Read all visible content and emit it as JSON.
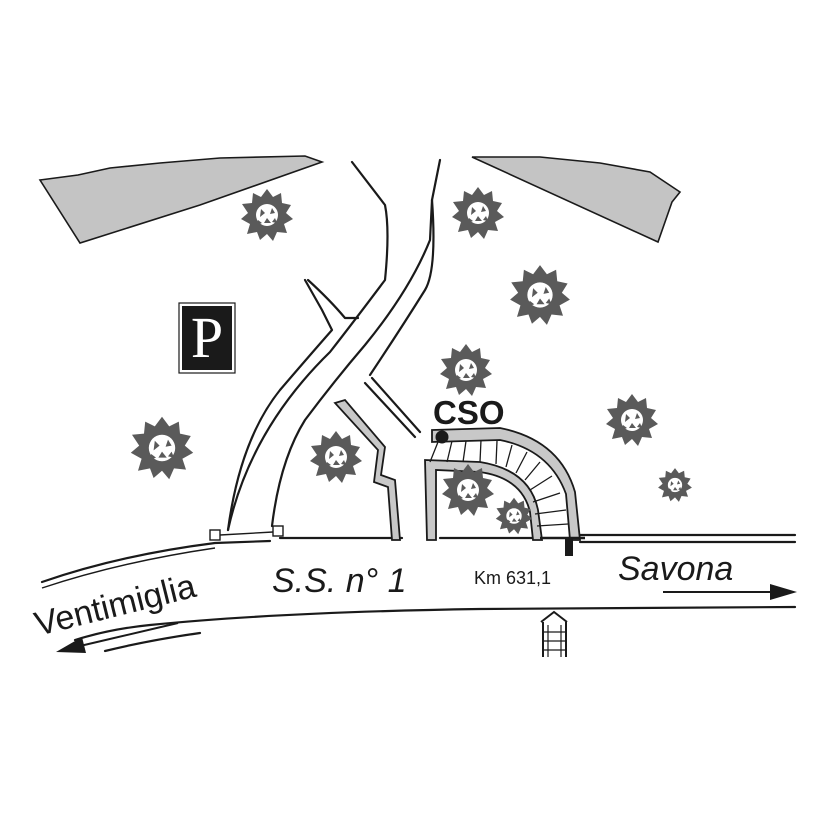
{
  "map": {
    "road_name": "S.S. n° 1",
    "km_marker": "Km 631,1",
    "site_label": "CSO",
    "destination_west": "Ventimiglia",
    "destination_east": "Savona",
    "parking_symbol": "P"
  },
  "icons": {
    "parking": "parking-icon",
    "tree": "tree-icon",
    "stairs": "stairs-icon",
    "arrow": "arrow-icon"
  },
  "colors": {
    "line": "#1a1a1a",
    "slope_fill": "#c4c4c4",
    "tree_fill": "#5a5a5a",
    "path_fill": "#c8c8c8"
  }
}
